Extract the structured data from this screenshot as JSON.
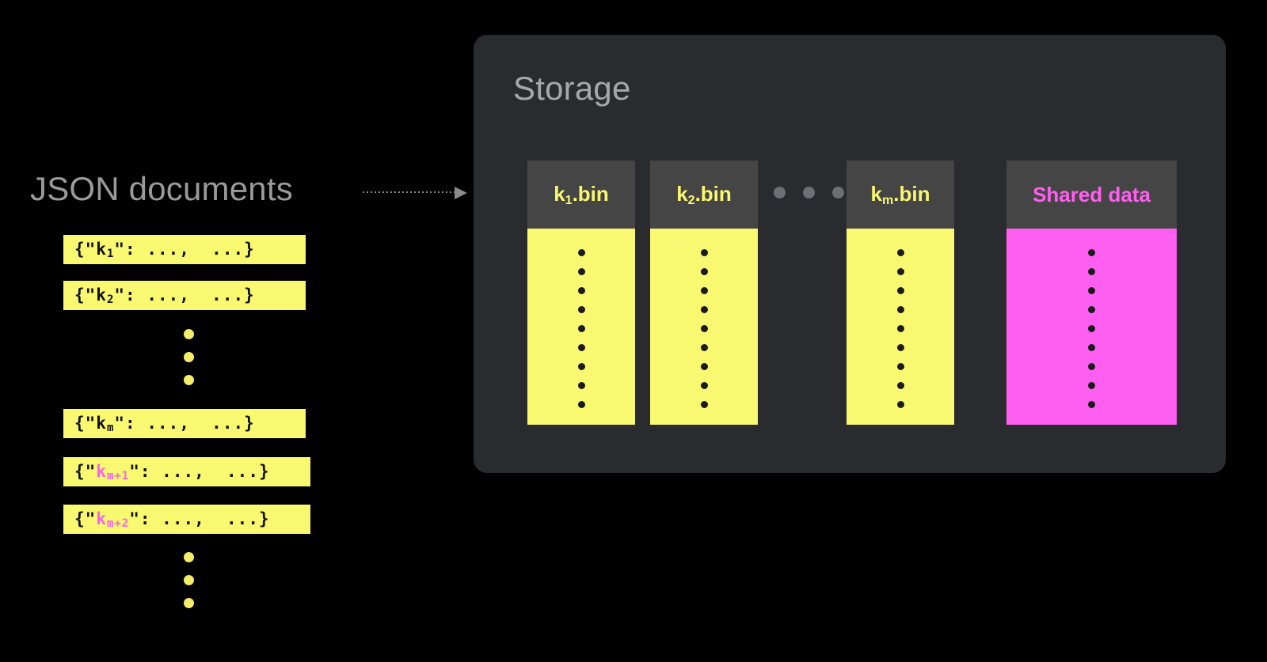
{
  "diagram": {
    "background_color": "#000000",
    "accent_yellow": "#f9f871",
    "accent_magenta": "#ff5ff0",
    "panel_color": "#2a2b2f",
    "header_color": "#454545"
  },
  "left": {
    "title": "JSON documents",
    "documents": [
      {
        "prefix": "{\"",
        "key": "k",
        "subscript": "1",
        "suffix": "\": ...,  ...}",
        "highlight": false
      },
      {
        "prefix": "{\"",
        "key": "k",
        "subscript": "2",
        "suffix": "\": ...,  ...}",
        "highlight": false
      },
      {
        "prefix": "{\"",
        "key": "k",
        "subscript": "m",
        "suffix": "\": ...,  ...}",
        "highlight": false
      },
      {
        "prefix": "{\"",
        "key": "k",
        "subscript": "m+1",
        "suffix": "\": ...,  ...}",
        "highlight": true
      },
      {
        "prefix": "{\"",
        "key": "k",
        "subscript": "m+2",
        "suffix": "\": ...,  ...}",
        "highlight": true
      }
    ],
    "ellipsis_dot_count": 3
  },
  "connector": {
    "style": "dotted-arrow",
    "direction": "right"
  },
  "storage": {
    "title": "Storage",
    "bins": [
      {
        "name": "k",
        "subscript": "1",
        "extension": ".bin",
        "label": "k1.bin",
        "color": "yellow",
        "dot_count": 9
      },
      {
        "name": "k",
        "subscript": "2",
        "extension": ".bin",
        "label": "k2.bin",
        "color": "yellow",
        "dot_count": 9
      },
      {
        "name": "k",
        "subscript": "m",
        "extension": ".bin",
        "label": "km.bin",
        "color": "yellow",
        "dot_count": 9
      },
      {
        "name": "Shared data",
        "subscript": "",
        "extension": "",
        "label": "Shared data",
        "color": "magenta",
        "dot_count": 9
      }
    ],
    "ellipsis_dot_count": 3
  }
}
